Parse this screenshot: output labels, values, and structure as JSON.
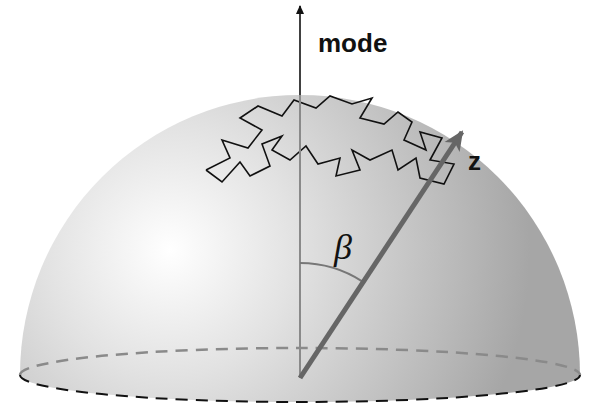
{
  "diagram": {
    "labels": [
      "mode",
      "β",
      "z"
    ]
  }
}
